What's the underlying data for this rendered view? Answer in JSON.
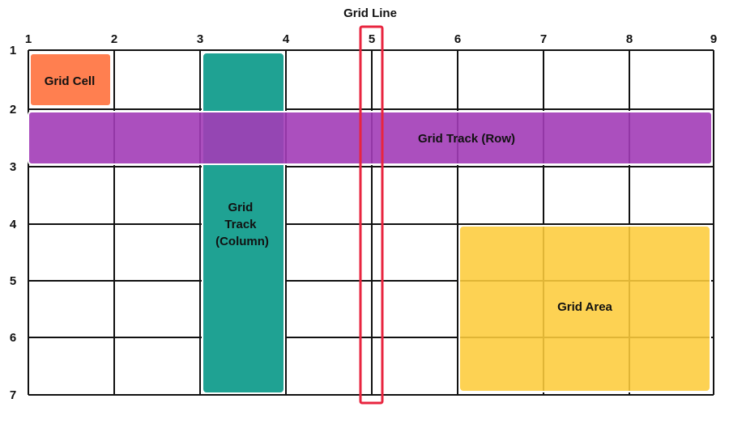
{
  "diagram": {
    "grid_line_title": "Grid Line",
    "column_line_numbers": [
      "1",
      "2",
      "3",
      "4",
      "5",
      "6",
      "7",
      "8",
      "9"
    ],
    "row_line_numbers": [
      "1",
      "2",
      "3",
      "4",
      "5",
      "6",
      "7"
    ],
    "cell_label": "Grid Cell",
    "row_track_label": "Grid Track (Row)",
    "column_track_label_lines": [
      "Grid",
      "Track",
      "(Column)"
    ],
    "area_label": "Grid Area",
    "colors": {
      "grid_lines": "#111111",
      "cell": "#ff7f50",
      "row_track": "#a23cb7",
      "column_track": "#1fa293",
      "area": "#fdcc3b",
      "highlight": "#e8253f"
    }
  }
}
